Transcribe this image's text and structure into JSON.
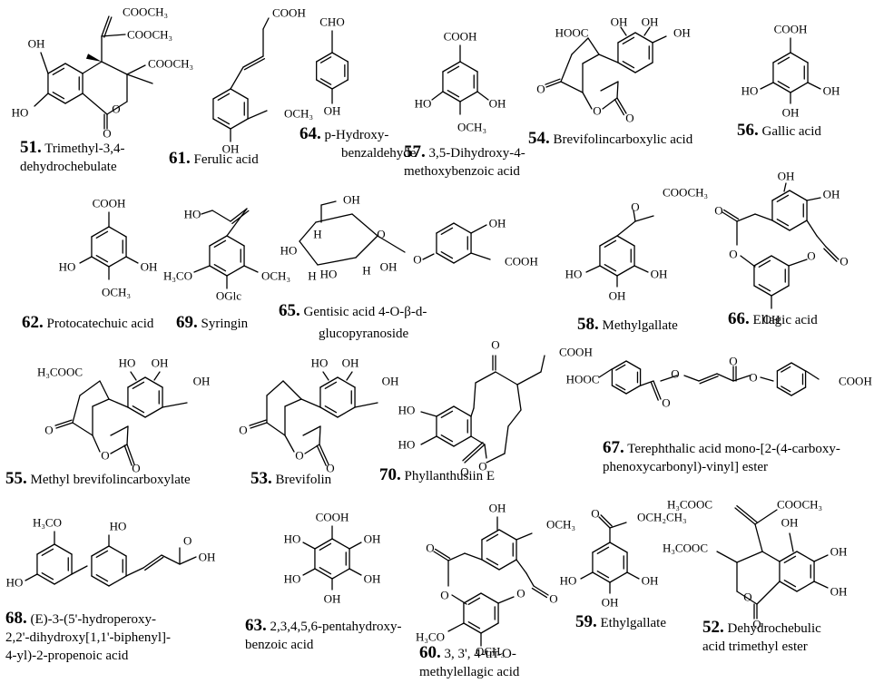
{
  "compounds": [
    {
      "id": "c51",
      "number": "51.",
      "name": "Trimethyl-3,4-",
      "name2": "dehydrochebulate"
    },
    {
      "id": "c61",
      "number": "61.",
      "name": "Ferulic acid",
      "name2": ""
    },
    {
      "id": "c64",
      "number": "64.",
      "name": "p-Hydroxy-",
      "name2": "benzaldehyde"
    },
    {
      "id": "c57",
      "number": "57.",
      "name": "3,5-Dihydroxy-4-",
      "name2": "methoxybenzoic acid"
    },
    {
      "id": "c54",
      "number": "54.",
      "name": "Brevifolincarboxylic acid",
      "name2": ""
    },
    {
      "id": "c56",
      "number": "56.",
      "name": "Gallic acid",
      "name2": ""
    },
    {
      "id": "c62",
      "number": "62.",
      "name": "Protocatechuic acid",
      "name2": ""
    },
    {
      "id": "c69",
      "number": "69.",
      "name": "Syringin",
      "name2": ""
    },
    {
      "id": "c65",
      "number": "65.",
      "name": "Gentisic acid 4-O-β-d-",
      "name2": "glucopyranoside"
    },
    {
      "id": "c58",
      "number": "58.",
      "name": "Methylgallate",
      "name2": ""
    },
    {
      "id": "c66",
      "number": "66.",
      "name": "Ellagic acid",
      "name2": ""
    },
    {
      "id": "c55",
      "number": "55.",
      "name": "Methyl brevifolincarboxylate",
      "name2": ""
    },
    {
      "id": "c53",
      "number": "53.",
      "name": "Brevifolin",
      "name2": ""
    },
    {
      "id": "c70",
      "number": "70.",
      "name": "Phyllanthusiin E",
      "name2": ""
    },
    {
      "id": "c67",
      "number": "67.",
      "name": "Terephthalic acid mono-[2-(4-carboxy-",
      "name2": "phenoxycarbonyl)-vinyl] ester"
    },
    {
      "id": "c68",
      "number": "68.",
      "name": "(E)-3-(5'-hydroperoxy-",
      "name2": "2,2'-dihydroxy[1,1'-biphenyl]-",
      "name3": "4-yl)-2-propenoic acid"
    },
    {
      "id": "c63",
      "number": "63.",
      "name": "2,3,4,5,6-pentahydroxy-",
      "name2": "benzoic acid"
    },
    {
      "id": "c60",
      "number": "60.",
      "name": "3, 3', 4-tri-O-",
      "name2": "methylellagic acid"
    },
    {
      "id": "c59",
      "number": "59.",
      "name": "Ethylgallate",
      "name2": ""
    },
    {
      "id": "c52",
      "number": "52.",
      "name": "Dehydrochebulic",
      "name2": "acid trimethyl ester"
    }
  ],
  "atom_labels": {
    "COOCH3": "COOCH₃",
    "COOH": "COOH",
    "HOOC": "HOOC",
    "CHO": "CHO",
    "OH": "OH",
    "HO": "HO",
    "OCH3": "OCH₃",
    "H3CO": "H₃CO",
    "OGlc": "OGlc",
    "O": "O",
    "H": "H",
    "H3COOC": "H₃COOC",
    "OCH2CH3": "OCH₂CH₃"
  }
}
